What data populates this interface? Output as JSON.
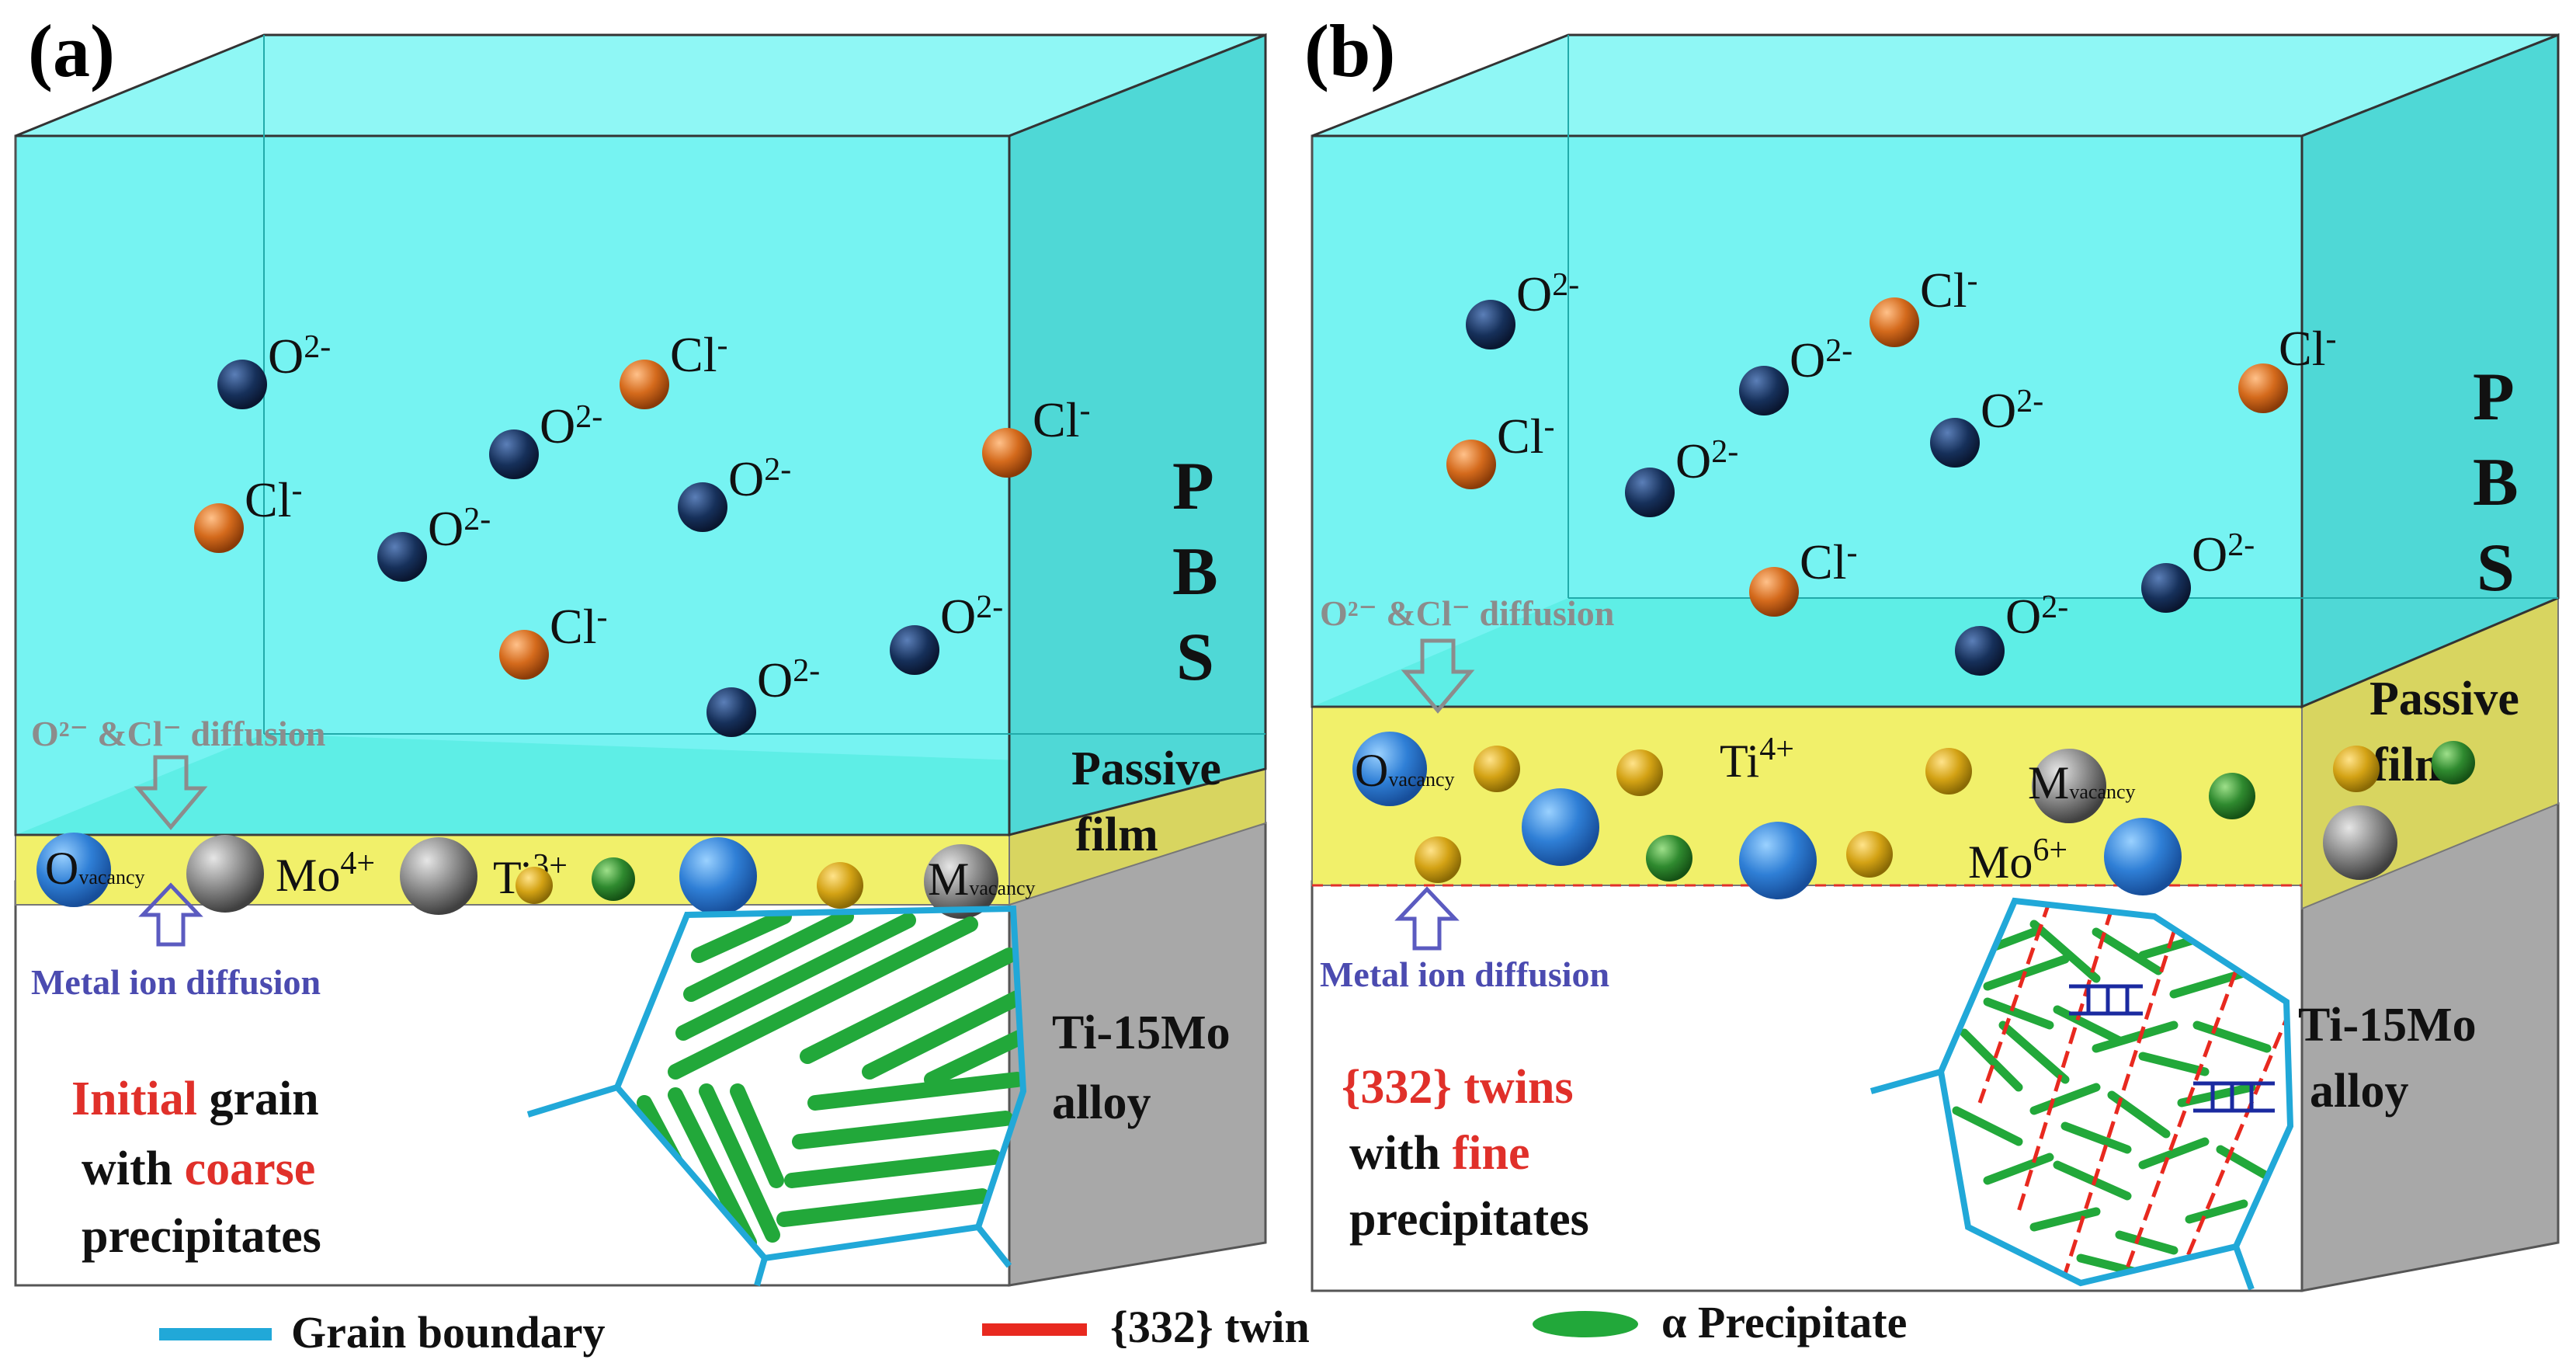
{
  "panel_a": {
    "label": "(a)",
    "pbs": [
      "P",
      "B",
      "S"
    ],
    "passive_film": [
      "Passive",
      "film"
    ],
    "alloy": [
      "Ti-15Mo",
      "alloy"
    ],
    "diffusion_in": "O²⁻ &Cl⁻ diffusion",
    "diffusion_out": "Metal ion diffusion",
    "grain_text": {
      "line1_red": "Initial",
      "line1_black": " grain",
      "line2_black": "with ",
      "line2_red": "coarse",
      "line3_black": "precipitates"
    },
    "film_species": {
      "o_vacancy_main": "O",
      "o_vacancy_sub": "vacancy",
      "m_vacancy_main": "M",
      "m_vacancy_sub": "vacancy",
      "mo": "Mo",
      "mo_charge": "4+",
      "ti": "Ti",
      "ti_charge": "3+"
    },
    "ions": [
      {
        "base": "O",
        "charge": "2-",
        "color": "#16305a"
      },
      {
        "base": "Cl",
        "charge": "-",
        "color": "#d46a1c"
      },
      {
        "base": "O",
        "charge": "2-",
        "color": "#16305a"
      },
      {
        "base": "Cl",
        "charge": "-",
        "color": "#d46a1c"
      },
      {
        "base": "O",
        "charge": "2-",
        "color": "#16305a"
      },
      {
        "base": "O",
        "charge": "2-",
        "color": "#16305a"
      },
      {
        "base": "Cl",
        "charge": "-",
        "color": "#d46a1c"
      },
      {
        "base": "Cl",
        "charge": "-",
        "color": "#d46a1c"
      },
      {
        "base": "O",
        "charge": "2-",
        "color": "#16305a"
      },
      {
        "base": "O",
        "charge": "2-",
        "color": "#16305a"
      }
    ]
  },
  "panel_b": {
    "label": "(b)",
    "pbs": [
      "P",
      "B",
      "S"
    ],
    "passive_film": [
      "Passive",
      "film"
    ],
    "alloy": [
      "Ti-15Mo",
      "alloy"
    ],
    "diffusion_in": "O²⁻ &Cl⁻ diffusion",
    "diffusion_out": "Metal ion diffusion",
    "grain_text": {
      "line1_red": "{332} twins",
      "line2_black": "with ",
      "line2_red": "fine",
      "line3_black": "precipitates"
    },
    "film_species": {
      "o_vacancy_main": "O",
      "o_vacancy_sub": "vacancy",
      "m_vacancy_main": "M",
      "m_vacancy_sub": "vacancy",
      "mo": "Mo",
      "mo_charge": "6+",
      "ti": "Ti",
      "ti_charge": "4+"
    },
    "ions": [
      {
        "base": "O",
        "charge": "2-",
        "color": "#16305a"
      },
      {
        "base": "Cl",
        "charge": "-",
        "color": "#d46a1c"
      },
      {
        "base": "O",
        "charge": "2-",
        "color": "#16305a"
      },
      {
        "base": "Cl",
        "charge": "-",
        "color": "#d46a1c"
      },
      {
        "base": "Cl",
        "charge": "-",
        "color": "#d46a1c"
      },
      {
        "base": "O",
        "charge": "2-",
        "color": "#16305a"
      },
      {
        "base": "O",
        "charge": "2-",
        "color": "#16305a"
      },
      {
        "base": "Cl",
        "charge": "-",
        "color": "#d46a1c"
      },
      {
        "base": "O",
        "charge": "2-",
        "color": "#16305a"
      },
      {
        "base": "O",
        "charge": "2-",
        "color": "#16305a"
      }
    ]
  },
  "legend": {
    "grain_boundary": "Grain boundary",
    "twin": "{332} twin",
    "precipitate": "α Precipitate"
  },
  "colors": {
    "solution": "#5ff2f0",
    "passive_film": "#f1f06a",
    "alloy_side": "#a8a8a8",
    "grain_boundary": "#21a8d8",
    "twin": "#e8291f",
    "precipitate": "#22a83a",
    "highlight_red": "#e0302a",
    "o_ion": "#16305a",
    "cl_ion": "#d46a1c"
  }
}
